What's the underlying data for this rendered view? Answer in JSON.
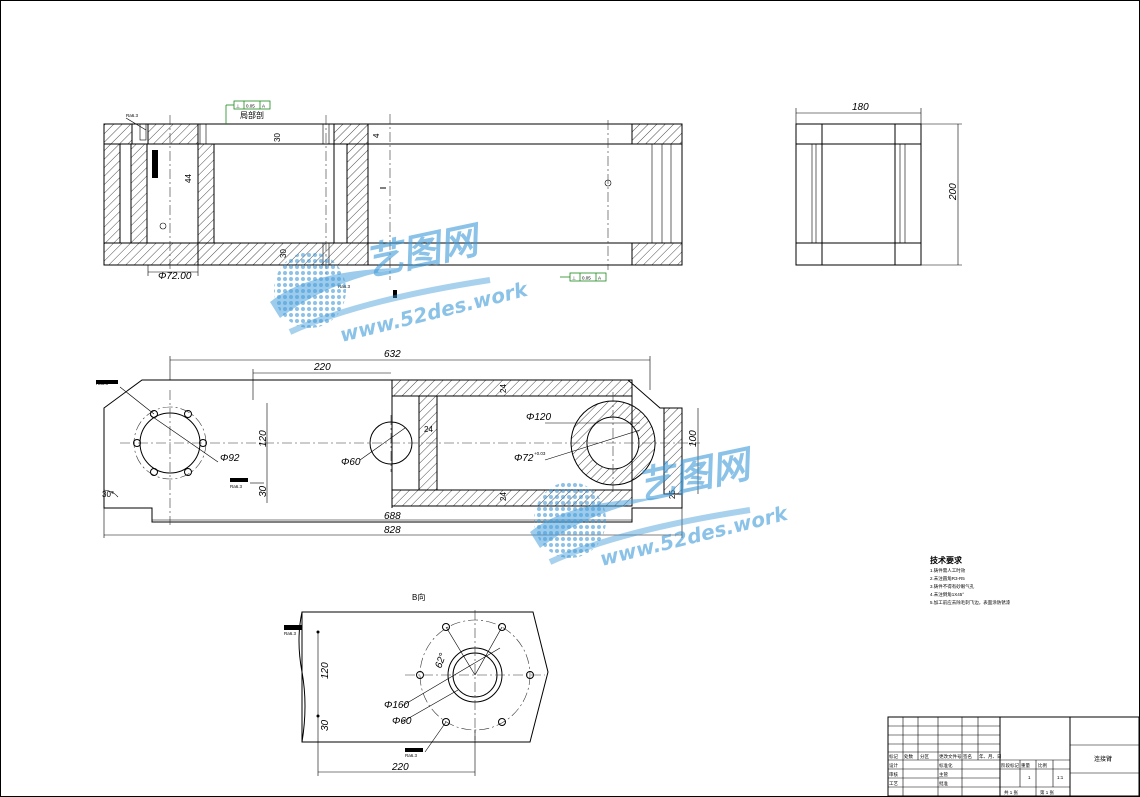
{
  "labels": {
    "section_aa": "局部剖",
    "view_b": "B向",
    "top_section": "局部剖",
    "rough_a": "Ra6.3",
    "rough_b": "Ra6.3",
    "rough_c": "Ra6.3",
    "rough_d": "Ra6.3",
    "rough_e": "Ra6.3",
    "rough_f": "Ra6.3"
  },
  "tolerances": {
    "top_frame": [
      "⊥",
      "0.05",
      "A"
    ],
    "bottom_frame": [
      "⊥",
      "0.05",
      "A"
    ]
  },
  "dims": {
    "d_72": "Φ72.00",
    "d_30_top": "30",
    "d_30_bot": "30",
    "d_44": "44",
    "d_m": "4",
    "d_180": "180",
    "d_200": "200",
    "d_632": "632",
    "d_220": "220",
    "d_120": "120",
    "d_30a": "30",
    "d_92": "Φ92",
    "d_60": "Φ60",
    "d_24a": "24",
    "d_24b": "24",
    "d_24c": "24",
    "d_d120": "Φ120",
    "d_d72": "Φ72",
    "d_d72_tol": "+0.03",
    "d_100": "100",
    "d_26": "26",
    "d_688": "688",
    "d_828": "828",
    "d_30deg": "30°",
    "d_b120": "120",
    "d_b30": "30",
    "d_b220": "220",
    "d_b160": "Φ160",
    "d_b60": "Φ60",
    "d_b62": "62°"
  },
  "notes": {
    "title": "技术要求",
    "lines": [
      "1.铸件需人工时效",
      "2.未注圆角R3-R5",
      "3.铸件不得有砂眼气孔",
      "4.未注倒角1X45°",
      "5.加工前应去除毛刺飞边，表面涂防锈漆"
    ]
  },
  "watermark": {
    "brand": "艺图网",
    "url": "www.52des.work"
  },
  "title_block": {
    "part_name": "连接臂",
    "row_labels": [
      "标记",
      "处数",
      "分区",
      "更改文件号",
      "签名",
      "年、月、日"
    ],
    "design": "设计",
    "standard": "标准化",
    "review": "审核",
    "process": "工艺",
    "approve": "批准",
    "main": "主管",
    "stage": "阶段标记",
    "weight": "重量",
    "ratio": "比例",
    "scale": "1:1",
    "count": "1",
    "sheets_total": "共  1  张",
    "sheet_no": "第  1  张"
  },
  "colors": {
    "line": "#000000",
    "frame_green": "#1a8a1a",
    "watermark_blue": "#3f9ad8"
  }
}
